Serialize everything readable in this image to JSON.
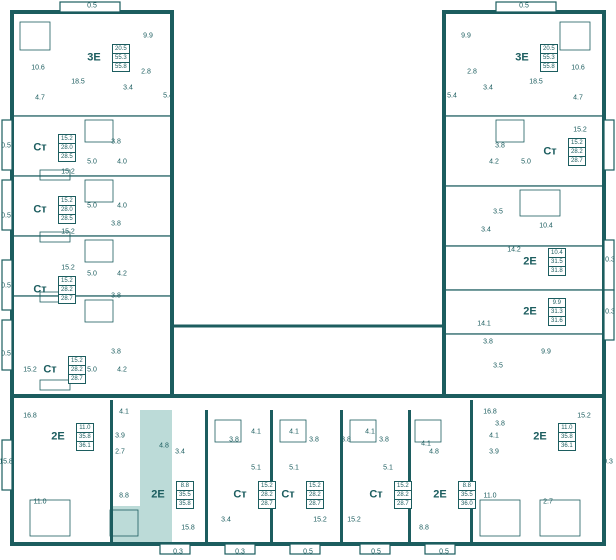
{
  "plan": {
    "units": [
      {
        "id": "u-tl",
        "type": "3Е",
        "stats": [
          "20.5",
          "55.3",
          "55.8"
        ]
      },
      {
        "id": "u-tr",
        "type": "3Е",
        "stats": [
          "20.5",
          "55.3",
          "55.8"
        ]
      },
      {
        "id": "u-l1",
        "type": "Ст",
        "stats": [
          "15.2",
          "28.0",
          "28.5"
        ]
      },
      {
        "id": "u-l2",
        "type": "Ст",
        "stats": [
          "15.2",
          "28.0",
          "28.5"
        ]
      },
      {
        "id": "u-l3",
        "type": "Ст",
        "stats": [
          "15.2",
          "28.2",
          "28.7"
        ]
      },
      {
        "id": "u-l4",
        "type": "Ст",
        "stats": [
          "15.2",
          "28.2",
          "28.7"
        ]
      },
      {
        "id": "u-r1",
        "type": "Ст",
        "stats": [
          "15.2",
          "28.2",
          "28.7"
        ]
      },
      {
        "id": "u-r2",
        "type": "2Е",
        "stats": [
          "10.4",
          "31.5",
          "31.8"
        ]
      },
      {
        "id": "u-r3",
        "type": "2Е",
        "stats": [
          "9.9",
          "31.3",
          "31.6"
        ]
      },
      {
        "id": "u-bl1",
        "type": "2Е",
        "stats": [
          "11.0",
          "35.8",
          "36.1"
        ]
      },
      {
        "id": "u-bl2",
        "type": "2Е",
        "stats": [
          "8.8",
          "35.5",
          "35.8"
        ]
      },
      {
        "id": "u-b1",
        "type": "Ст",
        "stats": [
          "15.2",
          "28.2",
          "28.7"
        ]
      },
      {
        "id": "u-b2",
        "type": "Ст",
        "stats": [
          "15.2",
          "28.2",
          "28.7"
        ]
      },
      {
        "id": "u-b3",
        "type": "Ст",
        "stats": [
          "15.2",
          "28.2",
          "28.7"
        ]
      },
      {
        "id": "u-br2",
        "type": "2Е",
        "stats": [
          "8.8",
          "35.5",
          "36.0"
        ]
      },
      {
        "id": "u-br1",
        "type": "2Е",
        "stats": [
          "11.0",
          "35.8",
          "36.1"
        ]
      }
    ],
    "labels": [
      "0.5",
      "0.5",
      "10.6",
      "18.5",
      "9.9",
      "2.8",
      "3.4",
      "4.7",
      "5.4",
      "9.9",
      "10.6",
      "18.5",
      "2.8",
      "3.4",
      "4.7",
      "5.4",
      "15.2",
      "3.8",
      "5.0",
      "4.0",
      "15.2",
      "5.0",
      "4.0",
      "3.8",
      "15.2",
      "5.0",
      "4.2",
      "3.8",
      "3.8",
      "15.2",
      "5.0",
      "4.2",
      "0.5",
      "0.5",
      "0.5",
      "0.5",
      "3.8",
      "15.2",
      "4.2",
      "5.0",
      "3.5",
      "3.4",
      "10.4",
      "14.2",
      "14.1",
      "3.8",
      "9.9",
      "3.8",
      "3.5",
      "0.3",
      "0.3",
      "16.8",
      "4.1",
      "3.9",
      "2.7",
      "11.0",
      "8.8",
      "4.8",
      "3.4",
      "15.8",
      "0.3",
      "3.8",
      "4.1",
      "5.1",
      "4.1",
      "3.8",
      "5.1",
      "4.1",
      "3.8",
      "5.1",
      "3.8",
      "4.1",
      "4.8",
      "3.4",
      "15.2",
      "15.2",
      "15.2",
      "16.8",
      "4.1",
      "3.9",
      "2.7",
      "11.0",
      "8.8",
      "15.8",
      "0.3",
      "0.3",
      "0.5",
      "0.5",
      "0.5",
      "0.5"
    ]
  }
}
